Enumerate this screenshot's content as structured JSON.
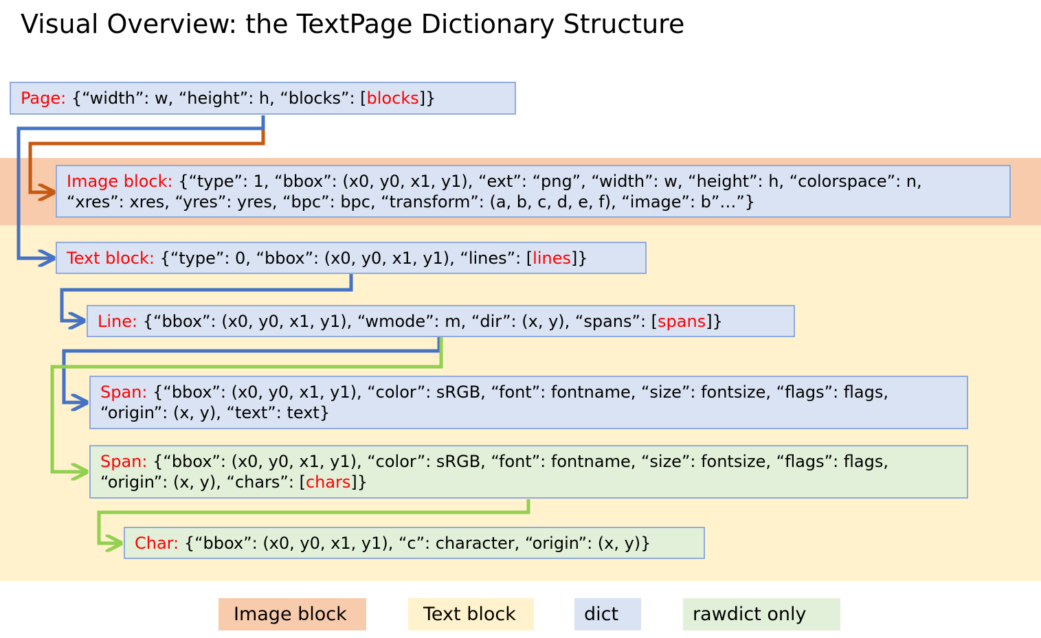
{
  "title": "Visual Overview: the TextPage Dictionary Structure",
  "colors": {
    "label": "#ff0000",
    "dict_fill": "#dae3f3",
    "rawdict_fill": "#e2f0d9",
    "image_block_band": "#f8cbad",
    "text_block_band": "#fff2cc",
    "box_border": "#8faadc",
    "connector_blue": "#4472c4",
    "connector_orange": "#c55a11",
    "connector_green": "#92d050"
  },
  "nodes": {
    "page": {
      "label": "Page:",
      "pre": " {“width”: w, “height”: h, “blocks”: [",
      "ref": "blocks",
      "post": "]}"
    },
    "image_block": {
      "label": "Image block:",
      "line1": " {“type”: 1, “bbox”: (x0, y0, x1, y1), “ext”: “png”, “width”: w, “height”: h, “colorspace”: n,",
      "line2": "“xres”: xres, “yres”: yres, “bpc”: bpc, “transform”: (a, b, c, d, e, f), “image”: b”…”}"
    },
    "text_block": {
      "label": "Text block:",
      "pre": " {“type”: 0, “bbox”: (x0, y0, x1, y1), “lines”: [",
      "ref": "lines",
      "post": "]}"
    },
    "line": {
      "label": "Line:",
      "pre": " {“bbox”: (x0, y0, x1, y1), “wmode”: m, “dir”: (x, y), “spans”: [",
      "ref": "spans",
      "post": "]}"
    },
    "span_dict": {
      "label": "Span:",
      "line1": " {“bbox”: (x0, y0, x1, y1), “color”: sRGB, “font”: fontname, “size”: fontsize, “flags”: flags,",
      "line2": "“origin”: (x, y), “text”: text}"
    },
    "span_rawdict": {
      "label": "Span:",
      "line1": " {“bbox”: (x0, y0, x1, y1), “color”: sRGB, “font”: fontname, “size”: fontsize, “flags”: flags,",
      "line2_pre": "“origin”: (x, y), “chars”: [",
      "ref": "chars",
      "post": "]}"
    },
    "char": {
      "label": "Char:",
      "text": " {“bbox”: (x0, y0, x1, y1), “c”: character, “origin”: (x, y)}"
    }
  },
  "legend": {
    "image_block": "Image block",
    "text_block": "Text block",
    "dict": "dict",
    "rawdict": "rawdict only"
  }
}
